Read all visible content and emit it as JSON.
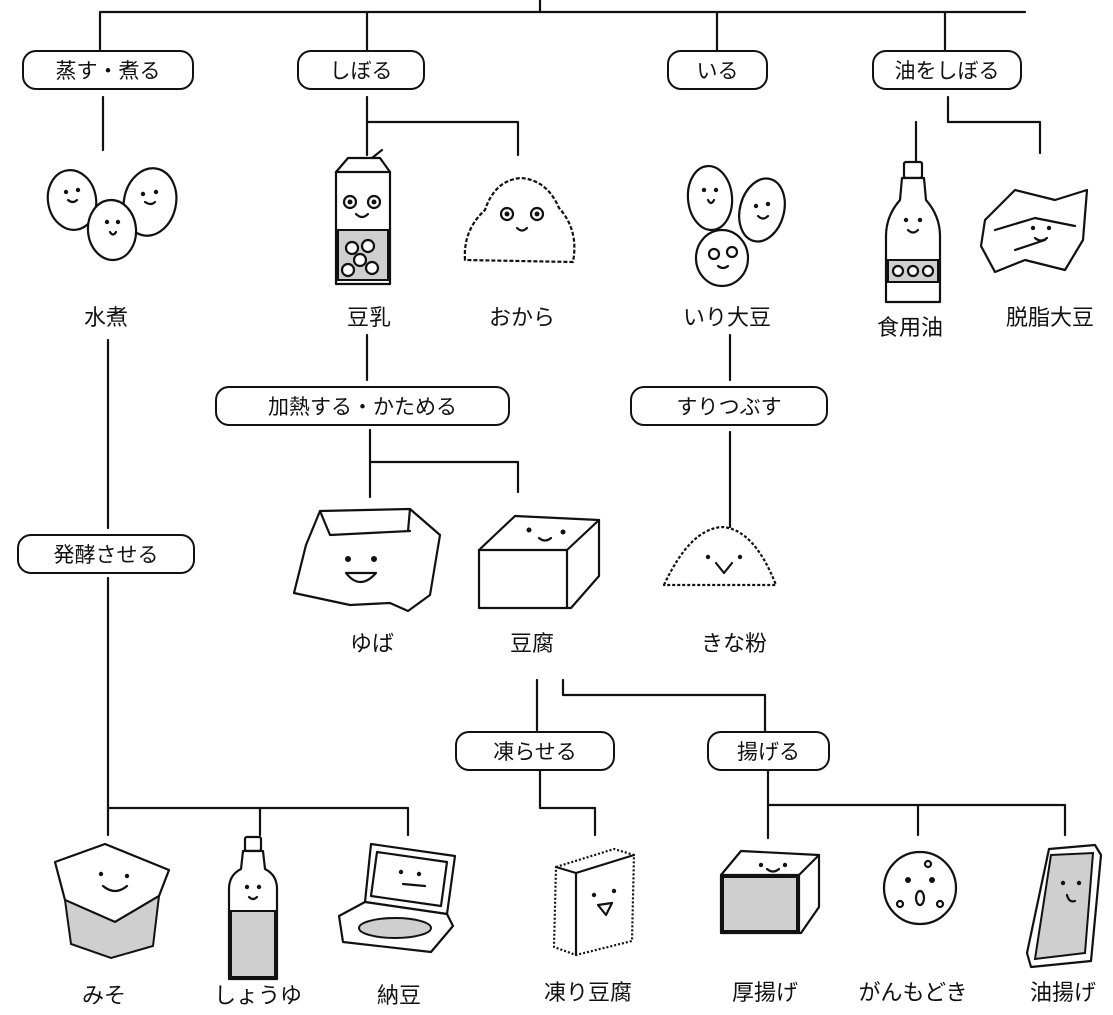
{
  "processes": {
    "steam_boil": "蒸す・煮る",
    "squeeze": "しぼる",
    "roast": "いる",
    "squeeze_oil": "油をしぼる",
    "heat_harden": "加熱する・かためる",
    "grind": "すりつぶす",
    "ferment": "発酵させる",
    "freeze": "凍らせる",
    "fry": "揚げる"
  },
  "products": {
    "boiled": "水煮",
    "soy_milk": "豆乳",
    "okara": "おから",
    "roasted_soybeans": "いり大豆",
    "cooking_oil": "食用油",
    "defatted_soybeans": "脱脂大豆",
    "yuba": "ゆば",
    "tofu": "豆腐",
    "kinako": "きな粉",
    "miso": "みそ",
    "soy_sauce": "しょうゆ",
    "natto": "納豆",
    "frozen_tofu": "凍り豆腐",
    "atsuage": "厚揚げ",
    "ganmodoki": "がんもどき",
    "aburaage": "油揚げ"
  }
}
